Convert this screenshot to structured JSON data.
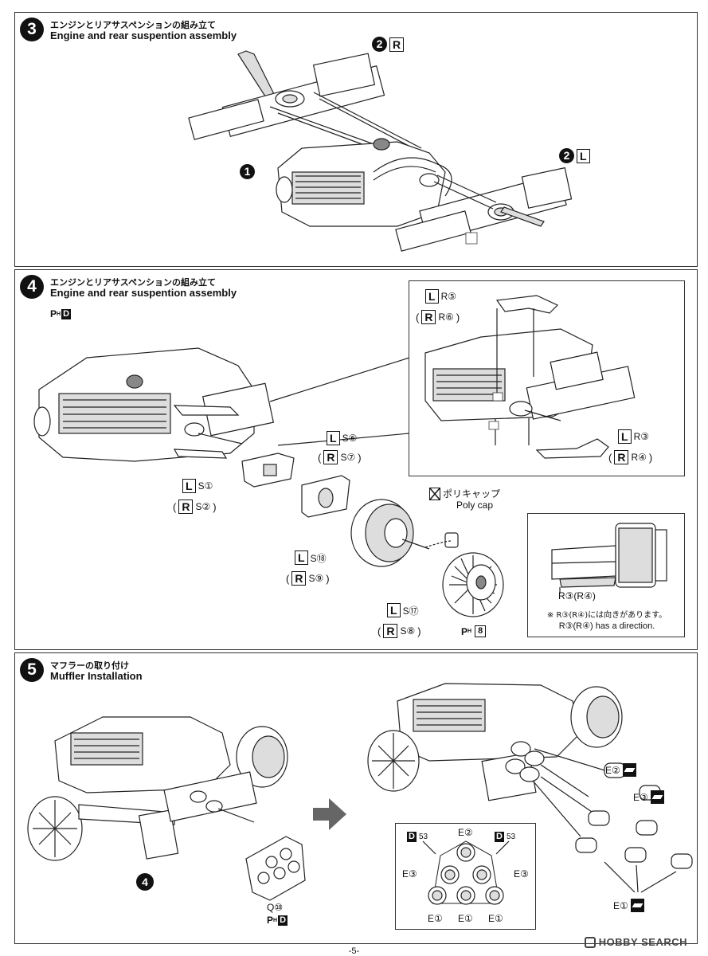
{
  "steps": [
    {
      "number": "3",
      "title_jp": "エンジンとリアサスペンションの組み立て",
      "title_en": "Engine and rear suspention assembly",
      "labels": {
        "r_ref_num": "2",
        "r_ref_side": "R",
        "l_ref_num": "2",
        "l_ref_side": "L",
        "engine_ref": "1"
      }
    },
    {
      "number": "4",
      "title_jp": "エンジンとリアサスペンションの組み立て",
      "title_en": "Engine and rear suspention assembly",
      "paint_code": {
        "p": "P",
        "h": "H",
        "d": "D"
      },
      "inset_top": {
        "l_box": "L",
        "l_part": "R⑤",
        "r_box": "R",
        "r_part": "R⑥",
        "l2_box": "L",
        "l2_part": "R③",
        "r2_box": "R",
        "r2_part": "R④",
        "open": "(",
        "close": ")"
      },
      "parts": {
        "s6_box": "L",
        "s6": "S⑥",
        "s7_box": "R",
        "s7": "S⑦",
        "s1_box": "L",
        "s1": "S①",
        "s2_box": "R",
        "s2": "S②",
        "s18_box": "L",
        "s18": "S⑱",
        "s9_box": "R",
        "s9": "S⑨",
        "s17_box": "L",
        "s17": "S⑰",
        "s8_box": "R",
        "s8": "S⑧",
        "poly_cap_jp": "ポリキャップ",
        "poly_cap_en": "Poly cap",
        "ph8": "8",
        "open": "(",
        "close": ")"
      },
      "inset_bottom": {
        "label": "R③(R④)",
        "note_jp": "※ R③(R④)には向きがあります。",
        "note_en": "R③(R④) has a direction."
      }
    },
    {
      "number": "5",
      "title_jp": "マフラーの取り付け",
      "title_en": "Muffler Installation",
      "labels": {
        "step4_ref": "4",
        "q10": "Q⑩",
        "e2": "E②",
        "e3": "E③",
        "e1": "E①",
        "d53_left": "53",
        "d53_right": "53",
        "d": "D",
        "diag_e2": "E②",
        "diag_e3_left": "E③",
        "diag_e3_right": "E③",
        "diag_e1_a": "E①",
        "diag_e1_b": "E①",
        "diag_e1_c": "E①"
      }
    }
  ],
  "footer": {
    "page": "-5-"
  },
  "watermark": {
    "text": "HOBBY SEARCH"
  },
  "icons": [
    "ring-number-icon",
    "paint-code-icon",
    "cutter-tool-icon",
    "poly-cap-icon",
    "next-arrow-icon",
    "brand-logo-icon"
  ]
}
